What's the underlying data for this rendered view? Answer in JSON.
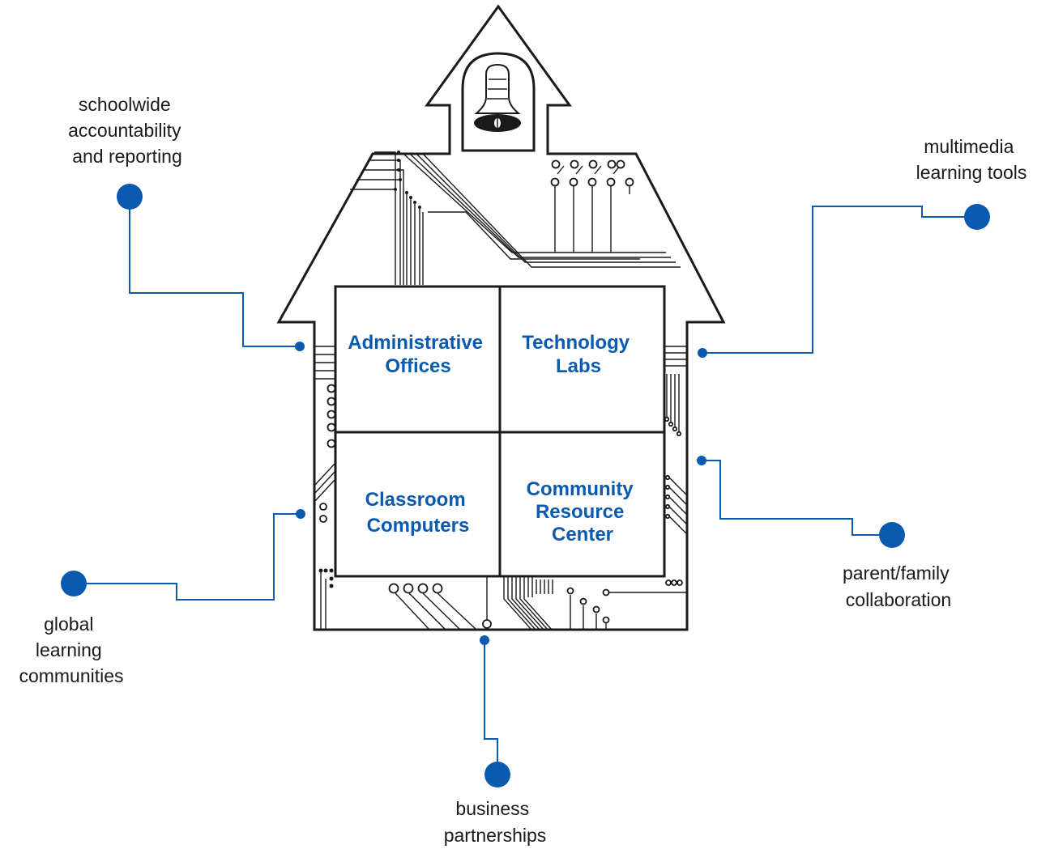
{
  "colors": {
    "accent": "#0a5ab0",
    "outline": "#1a1a1a",
    "background": "#ffffff"
  },
  "rooms": [
    {
      "id": "admin",
      "lines": [
        "Administrative",
        "Offices"
      ]
    },
    {
      "id": "tech",
      "lines": [
        "Technology",
        "Labs"
      ]
    },
    {
      "id": "classroom",
      "lines": [
        "Classroom",
        "Computers"
      ]
    },
    {
      "id": "community",
      "lines": [
        "Community",
        "Resource",
        "Center"
      ]
    }
  ],
  "external_nodes": [
    {
      "id": "accountability",
      "lines": [
        "schoolwide",
        "accountability",
        "and reporting"
      ]
    },
    {
      "id": "multimedia",
      "lines": [
        "multimedia",
        "learning tools"
      ]
    },
    {
      "id": "parent",
      "lines": [
        "parent/family",
        "collaboration"
      ]
    },
    {
      "id": "global",
      "lines": [
        "global",
        "learning",
        "communities"
      ]
    },
    {
      "id": "business",
      "lines": [
        "business",
        "partnerships"
      ]
    }
  ],
  "icons": {
    "bell": "bell-icon"
  }
}
